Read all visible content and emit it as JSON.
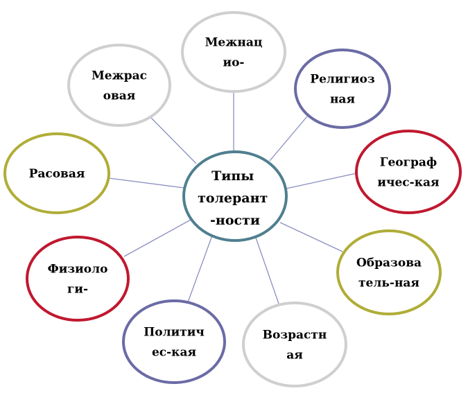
{
  "center": {
    "lines": [
      "Типы",
      "толерант",
      "-ности"
    ],
    "stroke": "#4f7f8f",
    "fill": "#ffffff"
  },
  "nodes": [
    {
      "id": "mezhnatsio",
      "lines": [
        "Межнац",
        "ио-"
      ],
      "stroke": "#cfcfcf"
    },
    {
      "id": "religioznaya",
      "lines": [
        "Религиоз",
        "ная"
      ],
      "stroke": "#6b6ba6"
    },
    {
      "id": "geograficheskaya",
      "lines": [
        "Географ",
        "ичес-кая"
      ],
      "stroke": "#c0182f"
    },
    {
      "id": "obrazovatelnaya",
      "lines": [
        "Образова",
        "тель-ная"
      ],
      "stroke": "#b0ad38"
    },
    {
      "id": "vozrastnaya",
      "lines": [
        "Возрастн",
        "ая"
      ],
      "stroke": "#cfcfcf"
    },
    {
      "id": "politicheskaya",
      "lines": [
        "Политич",
        "ес-кая"
      ],
      "stroke": "#6b6ba6"
    },
    {
      "id": "fiziologi",
      "lines": [
        "Физиоло",
        "ги-"
      ],
      "stroke": "#c0182f"
    },
    {
      "id": "rasovaya",
      "lines": [
        "Расовая"
      ],
      "stroke": "#b0ad38"
    },
    {
      "id": "mezhrasovaya",
      "lines": [
        "Межрас",
        "овая"
      ],
      "stroke": "#cfcfcf"
    }
  ]
}
